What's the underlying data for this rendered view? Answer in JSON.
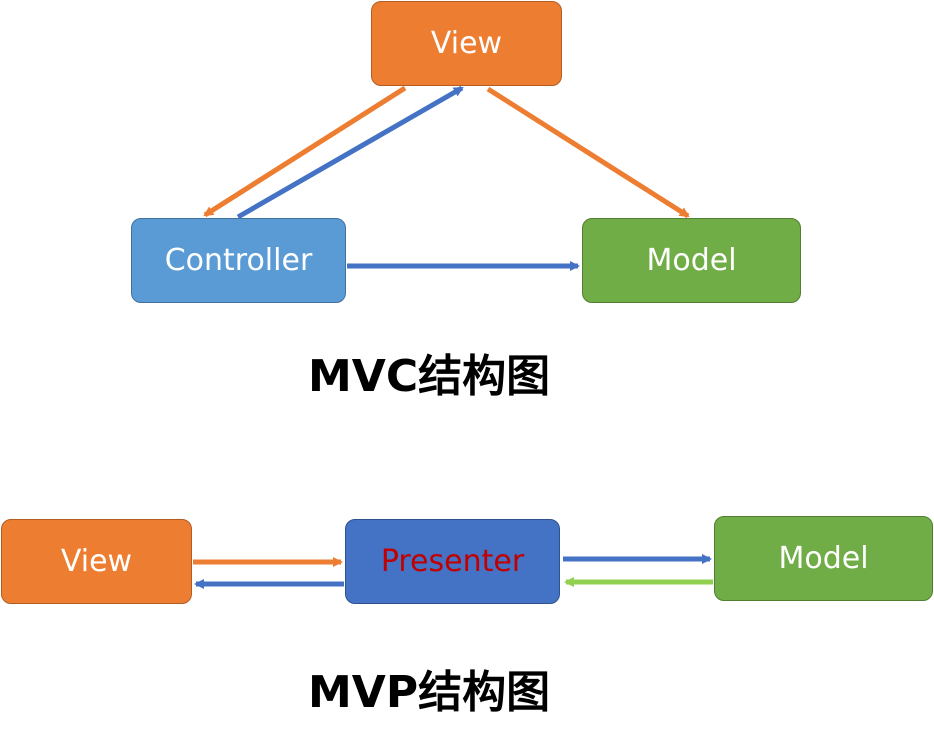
{
  "mvc": {
    "view_label": "View",
    "controller_label": "Controller",
    "model_label": "Model",
    "caption": "MVC结构图"
  },
  "mvp": {
    "view_label": "View",
    "presenter_label": "Presenter",
    "model_label": "Model",
    "caption": "MVP结构图"
  },
  "colors": {
    "orange": "#ed7d31",
    "blue_light": "#5b9bd5",
    "blue_dark": "#4472c4",
    "green": "#70ad47",
    "green_arrow": "#92d050",
    "presenter_text": "#c00000"
  }
}
